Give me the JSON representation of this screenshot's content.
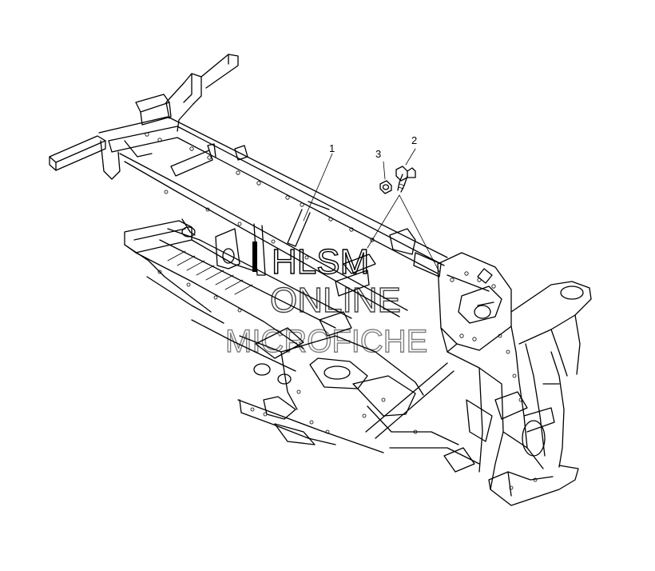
{
  "callouts": [
    {
      "id": "1",
      "label": "1"
    },
    {
      "id": "2",
      "label": "2"
    },
    {
      "id": "3",
      "label": "3"
    }
  ],
  "watermark": {
    "line1": "HLSM",
    "line2": "ONLINE",
    "line3": "MICROFICHE"
  },
  "colors": {
    "background": "#ffffff",
    "line": "#000000"
  }
}
